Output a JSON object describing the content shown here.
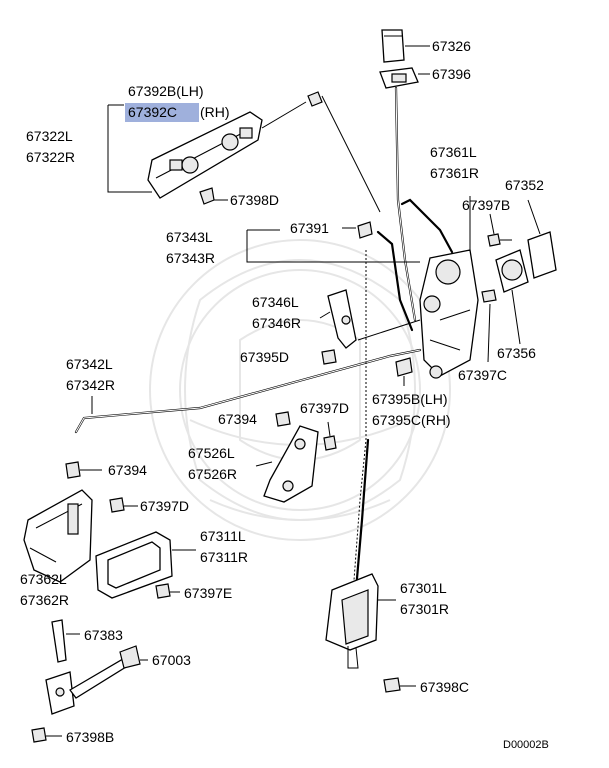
{
  "labels": {
    "p67326": "67326",
    "p67396": "67396",
    "p67392b": "67392B(LH)",
    "p67392c_num": "67392C",
    "p67392c_suffix": "(RH)",
    "p67322l": "67322L",
    "p67322r": "67322R",
    "p67361l": "67361L",
    "p67361r": "67361R",
    "p67352": "67352",
    "p67397b": "67397B",
    "p67398d": "67398D",
    "p67391": "67391",
    "p67343l": "67343L",
    "p67343r": "67343R",
    "p67346l": "67346L",
    "p67346r": "67346R",
    "p67356": "67356",
    "p67395d": "67395D",
    "p67397c": "67397C",
    "p67342l": "67342L",
    "p67342r": "67342R",
    "p67395b": "67395B(LH)",
    "p67395c": "67395C(RH)",
    "p67394a": "67394",
    "p67397d_a": "67397D",
    "p67526l": "67526L",
    "p67526r": "67526R",
    "p67394b": "67394",
    "p67397d_b": "67397D",
    "p67311l": "67311L",
    "p67311r": "67311R",
    "p67362l": "67362L",
    "p67362r": "67362R",
    "p67397e": "67397E",
    "p67301l": "67301L",
    "p67301r": "67301R",
    "p67383": "67383",
    "p67003": "67003",
    "p67398c": "67398C",
    "p67398b": "67398B",
    "diagram_id": "D00002B"
  },
  "colors": {
    "highlight": "#9fb0dc",
    "line": "#000000",
    "watermark": "#e6e6e6"
  }
}
